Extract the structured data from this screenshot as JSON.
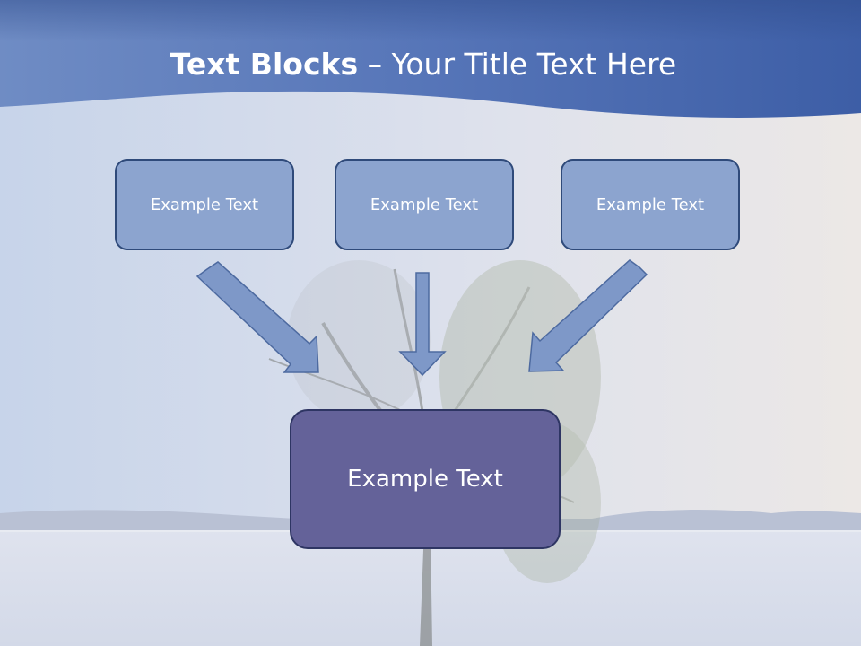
{
  "slide": {
    "title_bold": "Text Blocks",
    "title_sep": " – ",
    "title_rest": "Your Title Text Here"
  },
  "blocks": {
    "left": "Example Text",
    "middle": "Example Text",
    "right": "Example Text",
    "bottom": "Example Text"
  },
  "colors": {
    "header_band": "#4a6aae",
    "small_box_fill": "#8ca4cf",
    "big_box_fill": "#646299",
    "arrow_fill": "#7e98c8",
    "outline": "#2f4a7a"
  }
}
